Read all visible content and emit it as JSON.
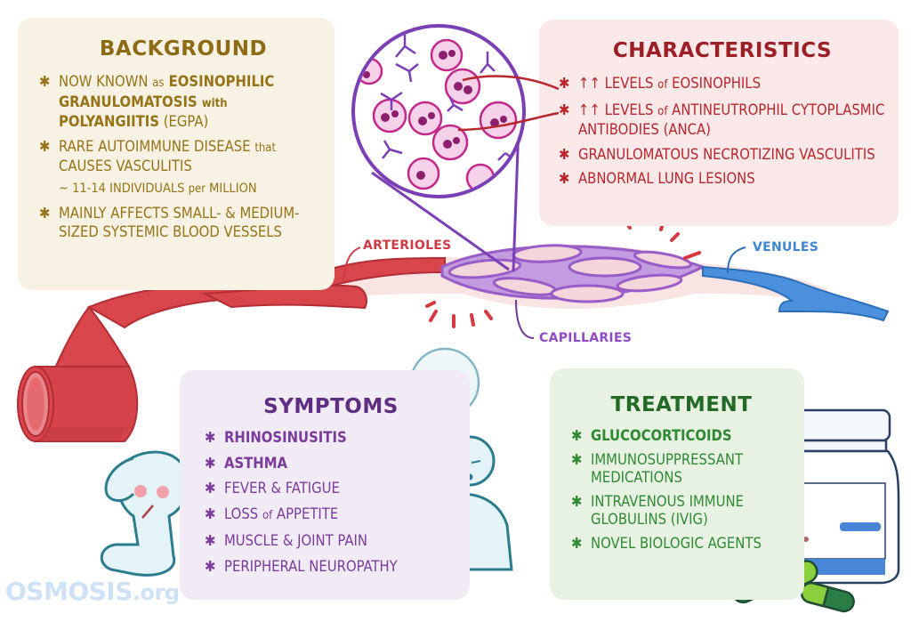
{
  "title": "Eosinophilic Granulomatosis with Polyangiitis (EGPA)",
  "colors": {
    "background_text": "#967317",
    "characteristics_text": "#b7272d",
    "symptoms_text": "#7b3b9c",
    "treatment_text": "#2f8a33",
    "artery": "#d8464b",
    "capillaries": "#9a5cc6",
    "venules": "#3f86d1"
  },
  "background": {
    "heading": "BACKGROUND",
    "items": [
      {
        "parts": [
          {
            "t": "NOW KNOWN ",
            "s": "n"
          },
          {
            "t": "as",
            "s": "lw"
          },
          {
            "t": " EOSINOPHILIC GRANULOMATOSIS ",
            "s": "b"
          },
          {
            "t": "with",
            "s": "lwb"
          },
          {
            "t": " POLYANGIITIS",
            "s": "b"
          },
          {
            "t": " (EGPA)",
            "s": "n"
          }
        ]
      },
      {
        "parts": [
          {
            "t": "RARE AUTOIMMUNE DISEASE ",
            "s": "n"
          },
          {
            "t": "that",
            "s": "lw"
          },
          {
            "t": " CAUSES VASCULITIS",
            "s": "n"
          }
        ]
      },
      {
        "sub": true,
        "parts": [
          {
            "t": "~ 11-14 INDIVIDUALS ",
            "s": "n"
          },
          {
            "t": "per",
            "s": "lw"
          },
          {
            "t": " MILLION",
            "s": "n"
          }
        ]
      },
      {
        "parts": [
          {
            "t": "MAINLY AFFECTS SMALL- & MEDIUM-SIZED SYSTEMIC BLOOD VESSELS",
            "s": "n"
          }
        ]
      }
    ]
  },
  "characteristics": {
    "heading": "CHARACTERISTICS",
    "items": [
      {
        "parts": [
          {
            "t": "↑↑ LEVELS ",
            "s": "n"
          },
          {
            "t": "of",
            "s": "lw"
          },
          {
            "t": " EOSINOPHILS",
            "s": "n"
          }
        ]
      },
      {
        "parts": [
          {
            "t": "↑↑ LEVELS ",
            "s": "n"
          },
          {
            "t": "of",
            "s": "lw"
          },
          {
            "t": " ANTINEUTROPHIL CYTOPLASMIC ANTIBODIES (ANCA)",
            "s": "n"
          }
        ]
      },
      {
        "parts": [
          {
            "t": "GRANULOMATOUS NECROTIZING VASCULITIS",
            "s": "n"
          }
        ]
      },
      {
        "parts": [
          {
            "t": "ABNORMAL LUNG LESIONS",
            "s": "n"
          }
        ]
      }
    ]
  },
  "symptoms": {
    "heading": "SYMPTOMS",
    "items": [
      {
        "parts": [
          {
            "t": "RHINOSINUSITIS",
            "s": "b"
          }
        ]
      },
      {
        "parts": [
          {
            "t": "ASTHMA",
            "s": "b"
          }
        ]
      },
      {
        "parts": [
          {
            "t": "FEVER & FATIGUE",
            "s": "n"
          }
        ]
      },
      {
        "parts": [
          {
            "t": "LOSS ",
            "s": "n"
          },
          {
            "t": "of",
            "s": "lw"
          },
          {
            "t": " APPETITE",
            "s": "n"
          }
        ]
      },
      {
        "parts": [
          {
            "t": "MUSCLE & JOINT PAIN",
            "s": "n"
          }
        ]
      },
      {
        "parts": [
          {
            "t": "PERIPHERAL NEUROPATHY",
            "s": "n"
          }
        ]
      }
    ]
  },
  "treatment": {
    "heading": "TREATMENT",
    "items": [
      {
        "parts": [
          {
            "t": "GLUCOCORTICOIDS",
            "s": "b"
          }
        ]
      },
      {
        "parts": [
          {
            "t": "IMMUNOSUPPRESSANT MEDICATIONS",
            "s": "n"
          }
        ]
      },
      {
        "parts": [
          {
            "t": "INTRAVENOUS IMMUNE GLOBULINS (IVIG)",
            "s": "n"
          }
        ]
      },
      {
        "parts": [
          {
            "t": "NOVEL BIOLOGIC AGENTS",
            "s": "n"
          }
        ]
      }
    ]
  },
  "vessel_labels": {
    "arterioles": "ARTERIOLES",
    "capillaries": "CAPILLARIES",
    "venules": "VENULES"
  },
  "bullet_glyph": "✱",
  "logo": {
    "main": "OSMOSIS",
    "suffix": ".org"
  }
}
